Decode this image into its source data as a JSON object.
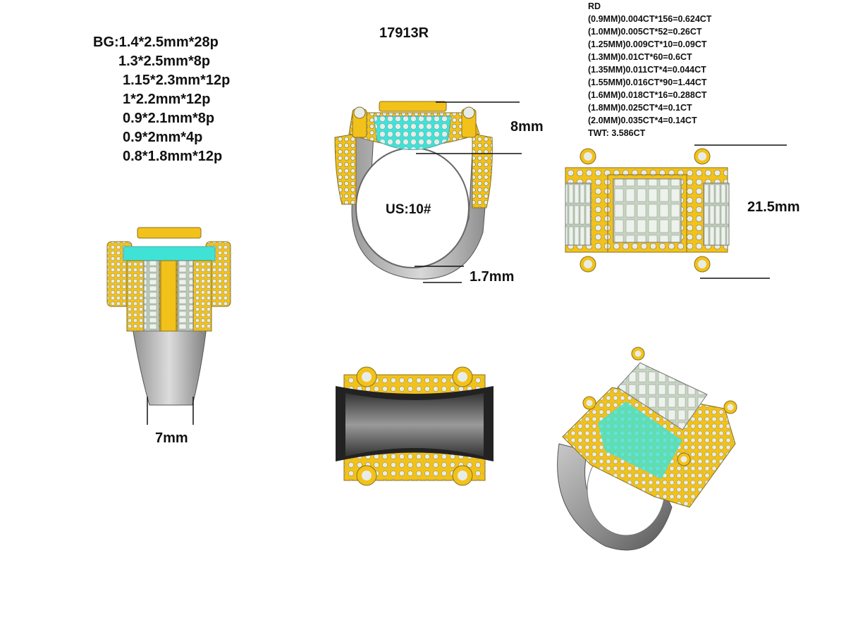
{
  "model": "17913R",
  "baguettes": {
    "lines": [
      "BG:1.4*2.5mm*28p",
      "1.3*2.5mm*8p",
      "1.15*2.3mm*12p",
      "1*2.2mm*12p",
      "0.9*2.1mm*8p",
      "0.9*2mm*4p",
      "0.8*1.8mm*12p"
    ]
  },
  "round_stones": {
    "header": "RD",
    "lines": [
      "(0.9MM)0.004CT*156=0.624CT",
      "(1.0MM)0.005CT*52=0.26CT",
      "(1.25MM)0.009CT*10=0.09CT",
      "(1.3MM)0.01CT*60=0.6CT",
      "(1.35MM)0.011CT*4=0.044CT",
      "(1.55MM)0.016CT*90=1.44CT",
      "(1.6MM)0.018CT*16=0.288CT",
      "(1.8MM)0.025CT*4=0.1CT",
      "(2.0MM)0.035CT*4=0.14CT"
    ],
    "total": "TWT:  3.586CT"
  },
  "dimensions": {
    "height": "8mm",
    "ring_size": "US:10#",
    "band_thickness": "1.7mm",
    "head_width": "21.5mm",
    "shank_width": "7mm"
  },
  "colors": {
    "gold": "#f2c21a",
    "gold_dark": "#c9980c",
    "silver": "#c8c8c8",
    "silver_dark": "#6f6f6f",
    "cyan": "#3fe3d6",
    "diamond": "#e8ece8",
    "line": "#111111"
  }
}
